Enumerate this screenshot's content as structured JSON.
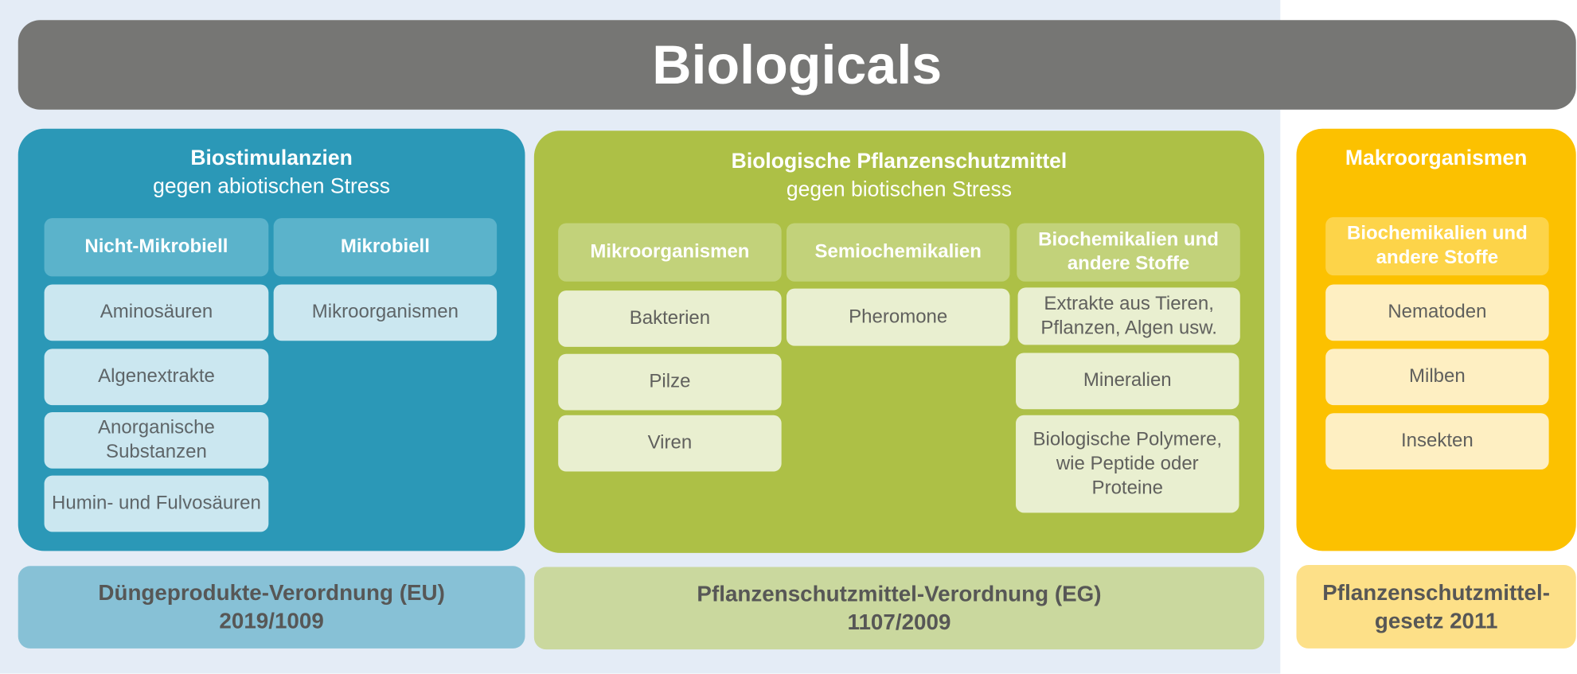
{
  "title": "Biologicals",
  "panels": {
    "biostimulanzien": {
      "title": "Biostimulanzien",
      "subtitle": "gegen abiotischen Stress",
      "columns": [
        {
          "header": "Nicht-Mikrobiell",
          "items": [
            "Aminosäuren",
            "Algenextrakte",
            "Anorganische Substanzen",
            "Humin- und Fulvosäuren"
          ]
        },
        {
          "header": "Mikrobiell",
          "items": [
            "Mikroorganismen"
          ]
        }
      ]
    },
    "pflanzenschutz": {
      "title": "Biologische Pflanzenschutzmittel",
      "subtitle": "gegen biotischen Stress",
      "columns": [
        {
          "header": "Mikroorganismen",
          "items": [
            "Bakterien",
            "Pilze",
            "Viren"
          ]
        },
        {
          "header": "Semiochemikalien",
          "items": [
            "Pheromone"
          ]
        },
        {
          "header": "Biochemikalien und andere Stoffe",
          "items": [
            "Extrakte aus Tieren, Pflanzen, Algen usw.",
            "Mineralien",
            "Biologische Polymere, wie Peptide oder Proteine"
          ]
        }
      ]
    },
    "makroorganismen": {
      "title": "Makroorganismen",
      "columns": [
        {
          "header": "Biochemikalien und andere Stoffe",
          "items": [
            "Nematoden",
            "Milben",
            "Insekten"
          ]
        }
      ]
    }
  },
  "footers": {
    "blue": "Düngeprodukte-Verordnung (EU) 2019/1009",
    "green": "Pflanzenschutzmittel-Verordnung (EG) 1107/2009",
    "yellow": "Pflanzenschutzmittel-gesetz 2011"
  },
  "colors": {
    "banner": "#767674",
    "blue_panel": "#2b98b7",
    "green_panel": "#adc046",
    "yellow_panel": "#fcc100",
    "background": "#e4ecf6"
  }
}
